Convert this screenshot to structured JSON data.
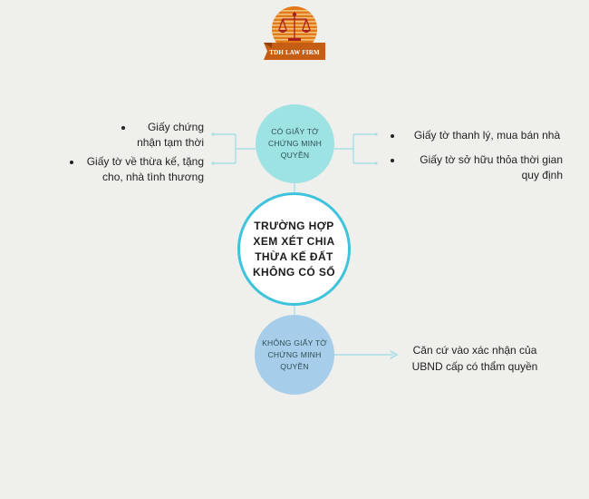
{
  "logo": {
    "text": "TDH LAW FIRM",
    "colors": {
      "sun": "#e07a1b",
      "stripes": "#e9a24a",
      "ribbon": "#c55e14",
      "scale": "#a81f1f"
    }
  },
  "center": {
    "label": "TRƯỜNG HỢP XEM XÉT CHIA THỪA KẾ ĐẤT KHÔNG CÓ SỔ"
  },
  "top_node": {
    "label": "CÓ GIẤY TỜ CHỨNG MINH QUYỀN",
    "left_items": [
      "Giấy chứng nhận tạm thời",
      "Giấy tờ về thừa kế, tặng cho, nhà tình thương"
    ],
    "right_items": [
      "Giấy tờ thanh lý, mua bán nhà",
      "Giấy tờ sở hữu thỏa thời gian quy định"
    ]
  },
  "bottom_node": {
    "label": "KHÔNG GIẤY TỜ CHỨNG MINH QUYỀN",
    "result": "Căn cứ vào xác nhận của UBND cấp có thẩm quyền"
  },
  "colors": {
    "top_fill": "#9ee3e3",
    "center_border": "#3ec3dc",
    "bottom_fill": "#a6cdea",
    "connector": "#a8dfe6",
    "background": "#efefec"
  }
}
